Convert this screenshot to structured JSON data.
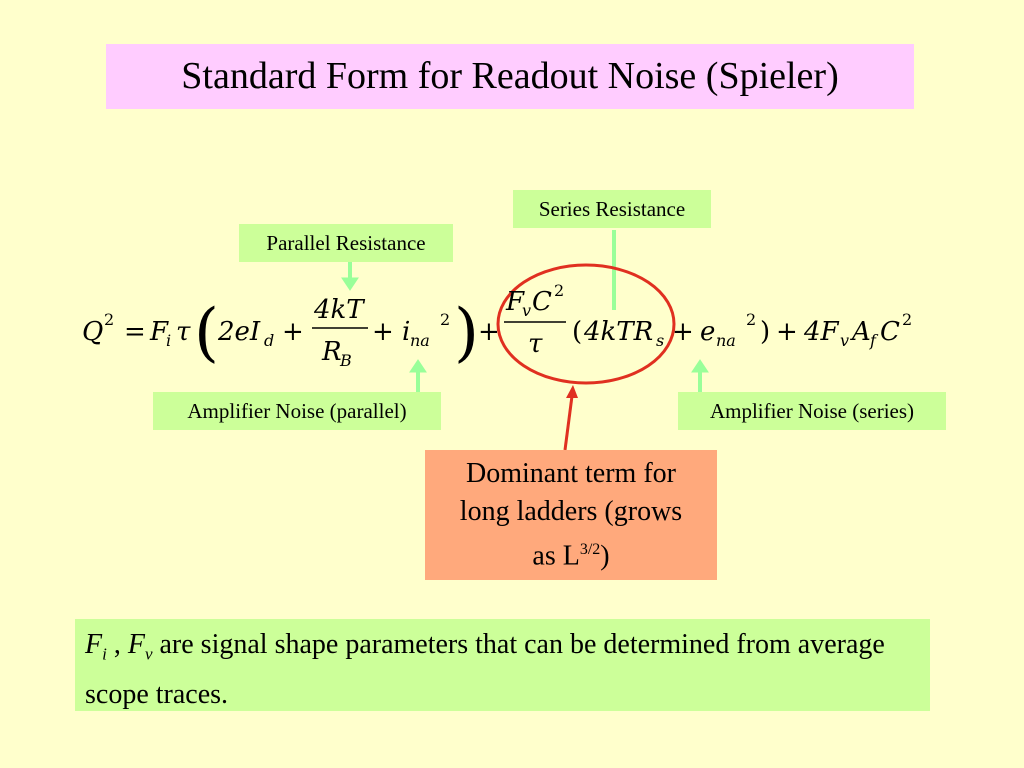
{
  "title": "Standard Form for Readout Noise (Spieler)",
  "labels": {
    "parallel_resistance": "Parallel Resistance",
    "series_resistance": "Series Resistance",
    "amplifier_noise_parallel": "Amplifier Noise (parallel)",
    "amplifier_noise_series": "Amplifier Noise (series)"
  },
  "equation": {
    "lhs": "Q",
    "lhs_exp": "2",
    "eq": "=",
    "Fi": "F",
    "Fi_sub": "i",
    "tau": "τ",
    "term1": "2eI",
    "term1_sub": "d",
    "plus": "+",
    "num1": "4kT",
    "den1": "R",
    "den1_sub": "B",
    "ina": "i",
    "ina_sub": "na",
    "ina_exp": "2",
    "num2_F": "F",
    "num2_sub": "v",
    "num2_C": "C",
    "num2_exp": "2",
    "den2": "τ",
    "term2": "4kTR",
    "term2_sub": "s",
    "ena": "e",
    "ena_sub": "na",
    "ena_exp": "2",
    "term3": "4F",
    "term3_sub1": "v",
    "term3_A": "A",
    "term3_sub2": "f",
    "term3_C": "C",
    "term3_exp": "2"
  },
  "dominant": {
    "line1": "Dominant term for",
    "line2": "long ladders (grows",
    "line3_pre": "as L",
    "line3_sup": "3/2",
    "line3_post": ")"
  },
  "note": {
    "F1": "F",
    "F1_sub": "i",
    "sep": " , ",
    "F2": "F",
    "F2_sub": "v",
    "text": " are signal shape parameters that can be determined from average scope traces."
  },
  "colors": {
    "background": "#ffffcc",
    "title_box": "#ffccff",
    "label_box": "#ccff99",
    "dominant_box": "#ffa97c",
    "arrow_green": "#99ff99",
    "circle_red": "#e03020"
  }
}
